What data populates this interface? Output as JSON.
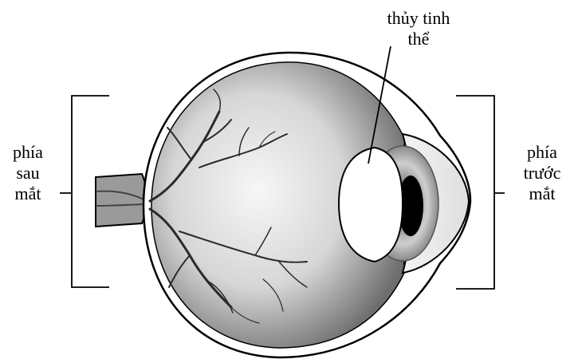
{
  "labels": {
    "lens": {
      "lines": [
        "thủy tinh",
        "thể"
      ]
    },
    "back_of_eye": {
      "lines": [
        "phía",
        "sau",
        "mắt"
      ]
    },
    "front_of_eye": {
      "lines": [
        "phía",
        "trước",
        "mắt"
      ]
    }
  },
  "colors": {
    "outline": "#000000",
    "sclera": "#ffffff",
    "eyeball_light": "#f2f2f2",
    "eyeball_dark": "#6e6e6e",
    "vessels": "#2a2a2a",
    "iris_outer": "#8a8a8a",
    "iris_inner": "#c9c9c9",
    "pupil": "#000000",
    "lens": "#ffffff"
  }
}
